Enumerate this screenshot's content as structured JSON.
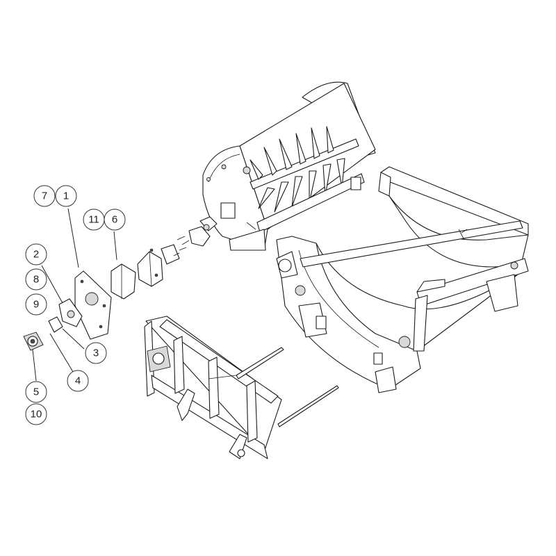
{
  "diagram": {
    "colors": {
      "line": "#1a1a1a",
      "fill": "#ffffff",
      "shade": "#d9d9d9",
      "callout": "#333333"
    },
    "callouts": [
      {
        "id": "c7",
        "label": "7"
      },
      {
        "id": "c1",
        "label": "1"
      },
      {
        "id": "c11",
        "label": "11"
      },
      {
        "id": "c6",
        "label": "6"
      },
      {
        "id": "c2",
        "label": "2"
      },
      {
        "id": "c8",
        "label": "8"
      },
      {
        "id": "c9",
        "label": "9"
      },
      {
        "id": "c3",
        "label": "3"
      },
      {
        "id": "c4",
        "label": "4"
      },
      {
        "id": "c5",
        "label": "5"
      },
      {
        "id": "c10",
        "label": "10"
      }
    ]
  }
}
